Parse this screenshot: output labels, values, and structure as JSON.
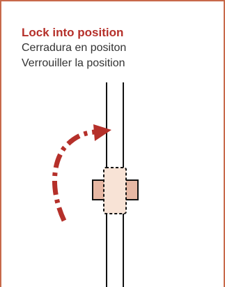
{
  "instruction": {
    "title": "Lock into position",
    "line_es": "Cerradura en positon",
    "line_fr": "Verrouiller la position"
  },
  "colors": {
    "frame_border": "#c8694a",
    "title_text": "#b5302a",
    "arrow": "#b5302a",
    "latch_fill": "#e7b8a4",
    "latch_inner_fill": "#f8e3d6",
    "rail_stroke": "#111111"
  },
  "icons": {
    "rotation": "curved-dashed-arrow-icon",
    "latch": "latch-block-icon"
  }
}
